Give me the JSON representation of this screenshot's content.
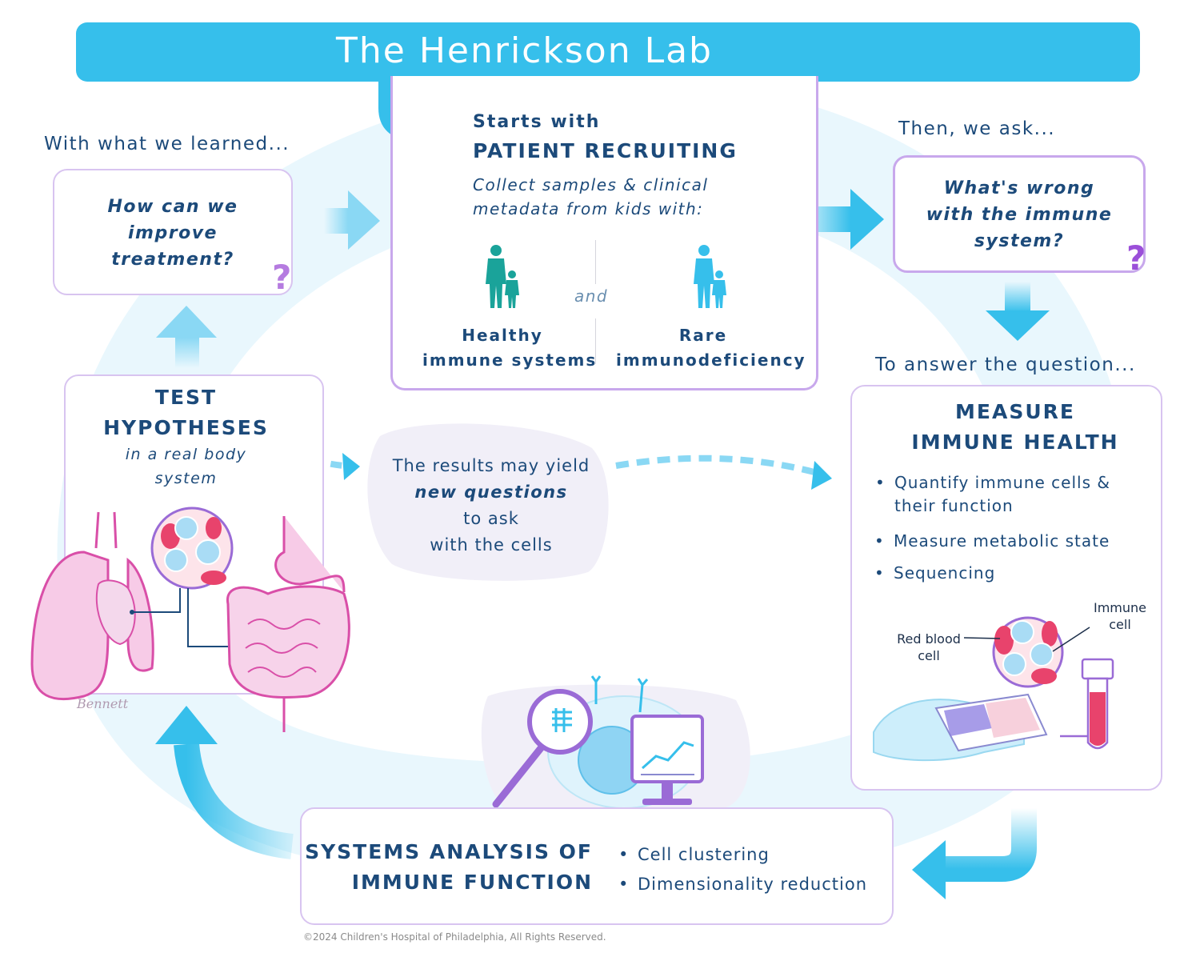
{
  "title": "The Henrickson Lab",
  "learned": {
    "heading": "With what we learned...",
    "question": [
      "How can we",
      "improve",
      "treatment?"
    ],
    "mark": "?"
  },
  "recruit": {
    "line1": "Starts with",
    "line2": "PATIENT RECRUITING",
    "desc1": "Collect samples & clinical",
    "desc2": "metadata from kids with:",
    "and": "and",
    "healthy": [
      "Healthy",
      "immune systems"
    ],
    "rare": [
      "Rare",
      "immunodeficiency"
    ]
  },
  "ask": {
    "heading": "Then, we ask...",
    "question": [
      "What's wrong",
      "with the immune",
      "system?"
    ],
    "mark": "?"
  },
  "answer": {
    "heading": "To answer the question..."
  },
  "measure": {
    "title1": "MEASURE",
    "title2": "IMMUNE HEALTH",
    "bullet1a": "Quantify immune cells &",
    "bullet1b": "their function",
    "bullet2": "Measure metabolic state",
    "bullet3": "Sequencing",
    "rbc_label": [
      "Red blood",
      "cell"
    ],
    "immune_label": [
      "Immune",
      "cell"
    ]
  },
  "test": {
    "title1": "TEST",
    "title2": "HYPOTHESES",
    "sub1": "in a real body",
    "sub2": "system",
    "signature": "Bennett"
  },
  "results": {
    "l1": "The results may yield",
    "l2": "new questions",
    "l3": "to ask",
    "l4": "with the cells"
  },
  "systems": {
    "title1": "SYSTEMS ANALYSIS OF",
    "title2": "IMMUNE FUNCTION",
    "bullet1": "Cell clustering",
    "bullet2": "Dimensionality reduction"
  },
  "copyright": "©2024  Children's Hospital of Philadelphia, All Rights Reserved.",
  "colors": {
    "accent": "#36bfeb",
    "navy": "#1c4a7a",
    "box_border": "#cdb3ee",
    "teal": "#1aa39a",
    "pink": "#d94fa8"
  }
}
